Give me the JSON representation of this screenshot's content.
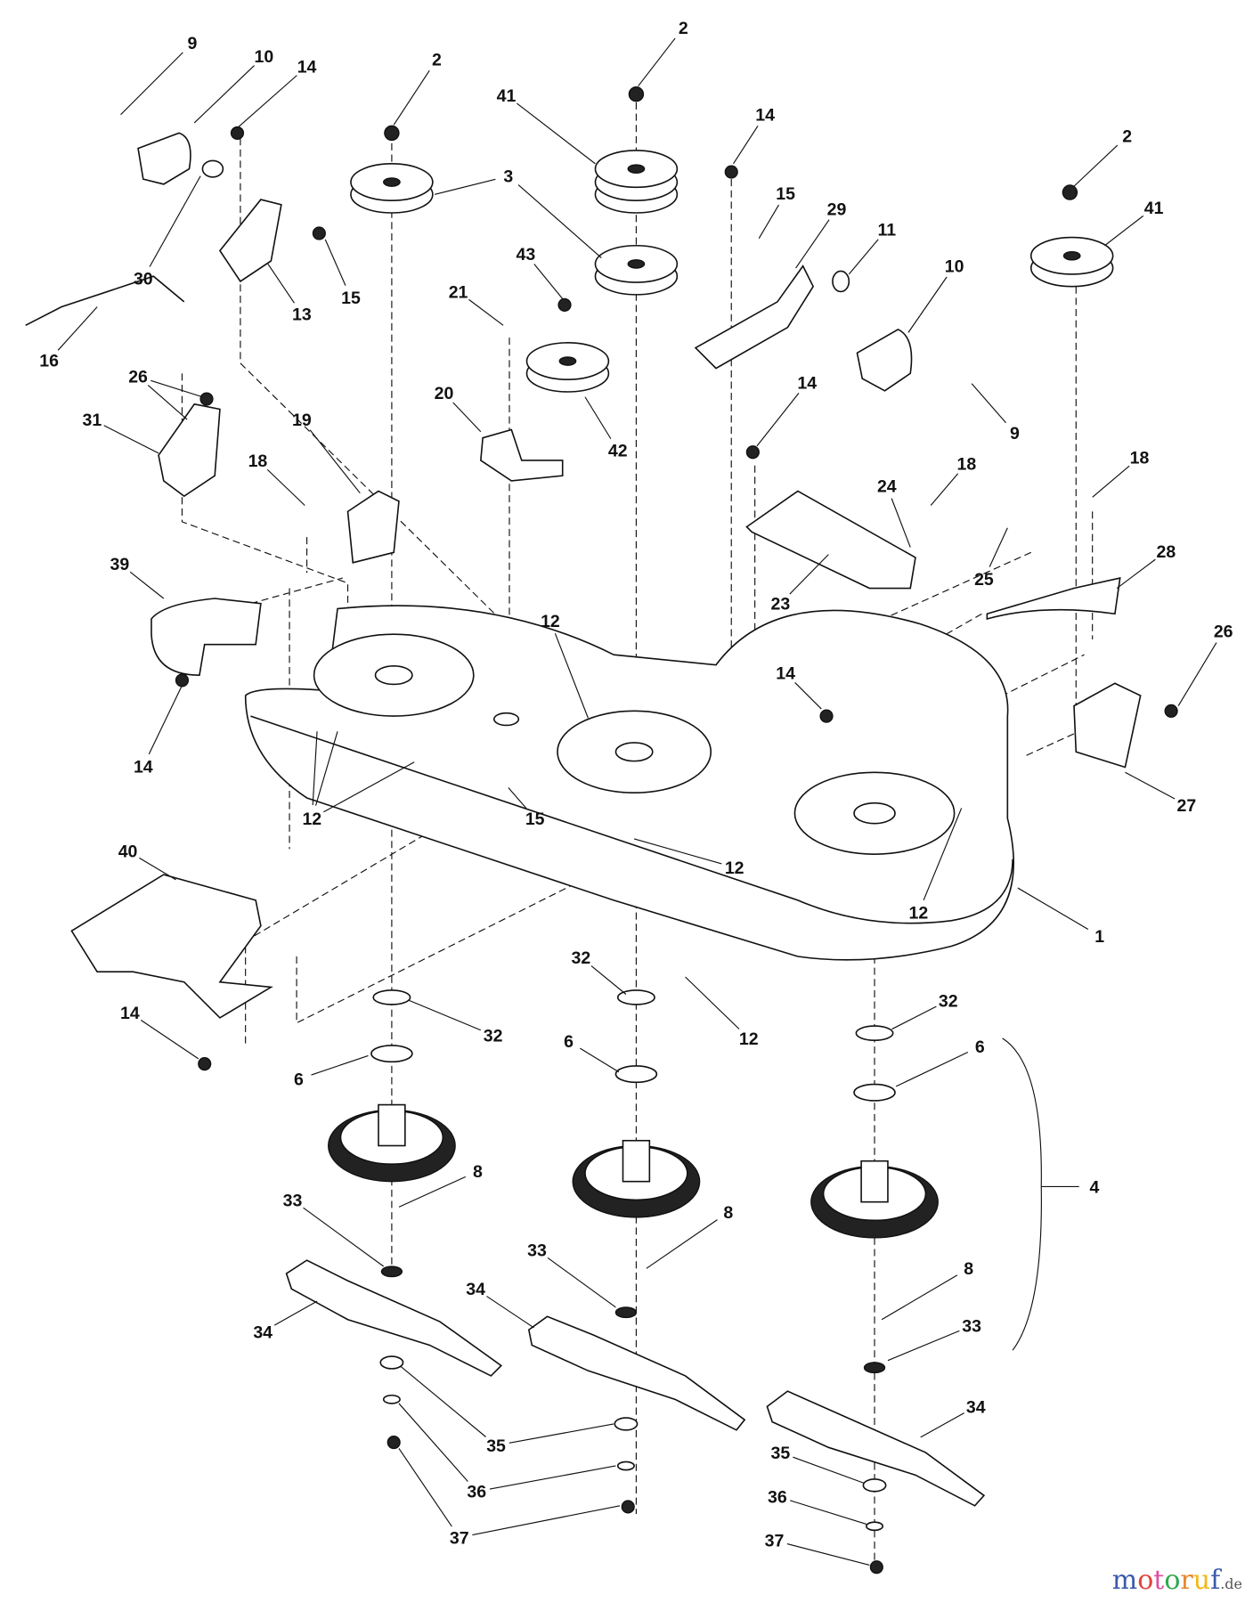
{
  "diagram": {
    "callouts": [
      "9",
      "10",
      "14",
      "2",
      "30",
      "13",
      "15",
      "16",
      "3",
      "41",
      "2",
      "14",
      "43",
      "21",
      "29",
      "15",
      "11",
      "10",
      "9",
      "2",
      "41",
      "42",
      "20",
      "26",
      "31",
      "19",
      "18",
      "14",
      "18",
      "24",
      "25",
      "23",
      "18",
      "28",
      "39",
      "12",
      "14",
      "26",
      "27",
      "14",
      "12",
      "15",
      "12",
      "12",
      "12",
      "1",
      "40",
      "14",
      "32",
      "6",
      "32",
      "6",
      "32",
      "6",
      "4",
      "8",
      "33",
      "34",
      "8",
      "33",
      "34",
      "8",
      "33",
      "34",
      "35",
      "36",
      "37",
      "35",
      "36",
      "37"
    ]
  },
  "watermark": {
    "main": "motoruf",
    "suffix": ".de",
    "colors": [
      "#3b5bab",
      "#e0443c",
      "#e04fa0",
      "#2fa84f",
      "#e8872b",
      "#f2b817"
    ]
  }
}
